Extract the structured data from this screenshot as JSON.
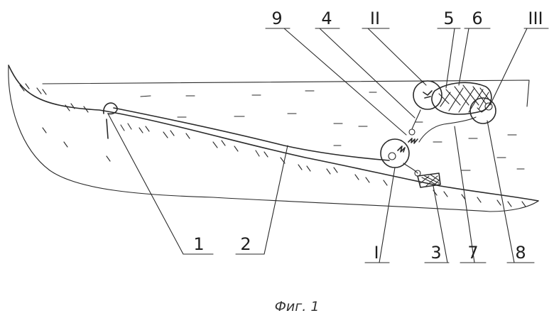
{
  "labels": {
    "l1": "1",
    "l2": "2",
    "l3": "3",
    "l4": "4",
    "l5": "5",
    "l6": "6",
    "l7": "7",
    "l8": "8",
    "l9": "9",
    "lI": "I",
    "lII": "II",
    "lIII": "III"
  },
  "caption": "Фиг. 1",
  "colors": {
    "ink": "#2a2a2a",
    "paper": "#ffffff"
  }
}
